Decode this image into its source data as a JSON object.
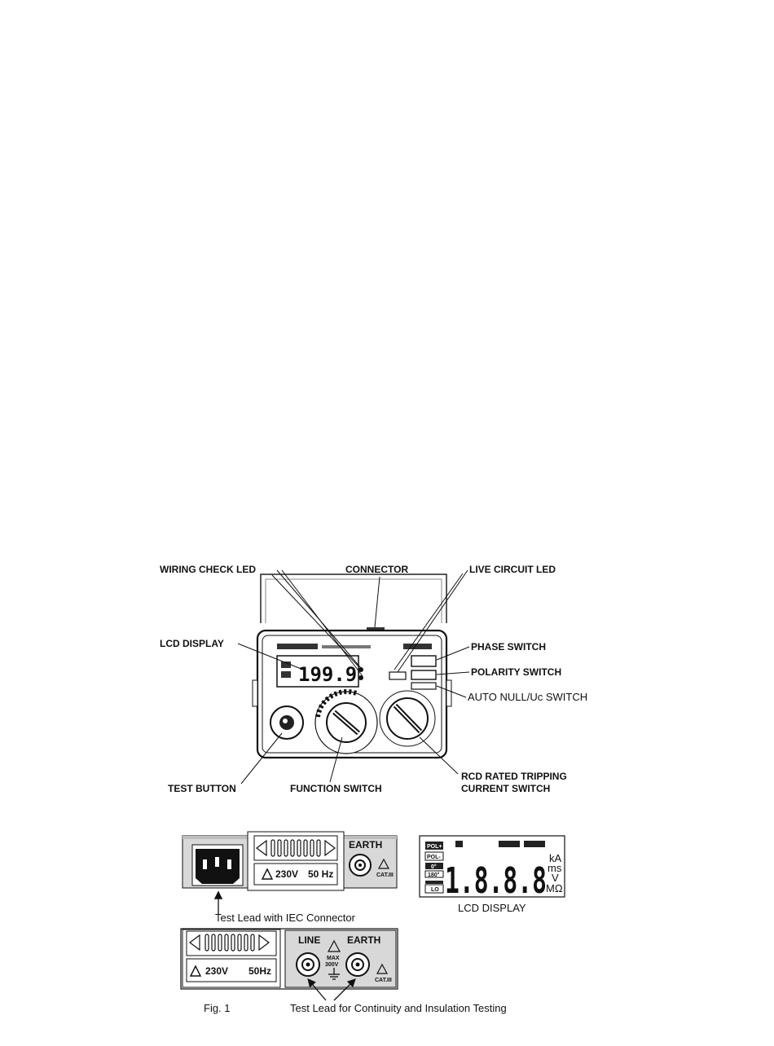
{
  "callouts": {
    "wiring_check_led": "WIRING CHECK LED",
    "connector": "CONNECTOR",
    "live_circuit_led": "LIVE CIRCUIT LED",
    "lcd_display": "LCD DISPLAY",
    "phase_switch": "PHASE SWITCH",
    "polarity_switch": "POLARITY SWITCH",
    "auto_null_switch": "AUTO NULL/Uc  SWITCH",
    "test_button": "TEST BUTTON",
    "function_switch": "FUNCTION SWITCH",
    "rcd_line1": "RCD RATED TRIPPING",
    "rcd_line2": "CURRENT SWITCH"
  },
  "device": {
    "lcd_reading": "199.9"
  },
  "iec_panel": {
    "earth_label": "EARTH",
    "rating": "230V",
    "freq": "50 Hz",
    "cat": "CAT.III",
    "caption": "Test Lead with IEC Connector"
  },
  "lcd_detail": {
    "reading": "1.8.8.8",
    "units": [
      "kA",
      "ms",
      "V",
      "MΩ"
    ],
    "indicators": [
      "POL+",
      "POL-",
      "0°",
      "180°",
      "LO"
    ],
    "caption": "LCD DISPLAY"
  },
  "continuity_panel": {
    "line_label": "LINE",
    "earth_label": "EARTH",
    "rating": "230V",
    "freq": "50Hz",
    "max_label": "MAX",
    "max_v": "300V",
    "cat": "CAT.III",
    "caption": "Test Lead for Continuity and Insulation Testing"
  },
  "figure_label": "Fig. 1"
}
